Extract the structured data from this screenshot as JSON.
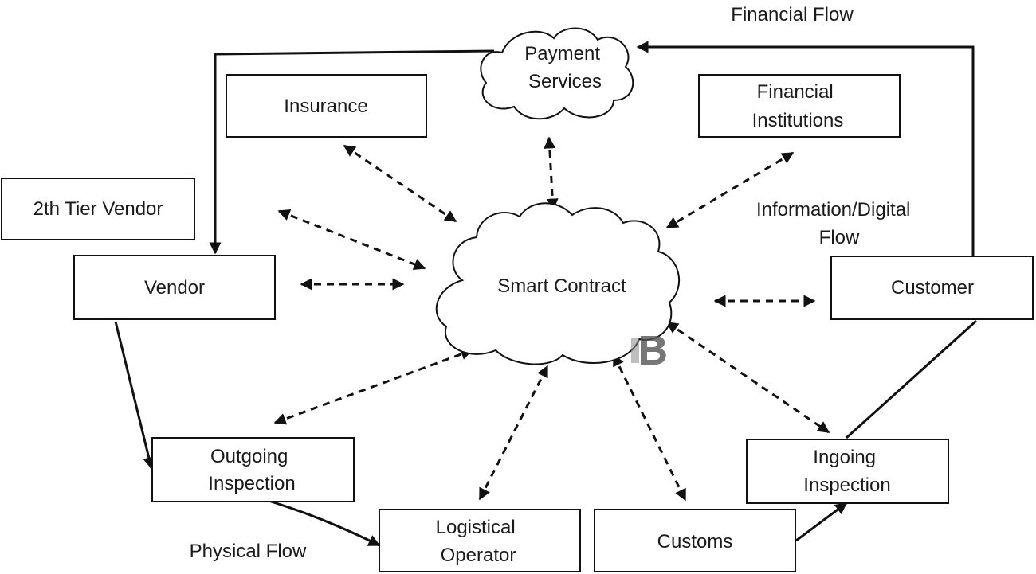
{
  "nodes": {
    "payment_services": [
      "Payment",
      "Services"
    ],
    "insurance": [
      "Insurance"
    ],
    "financial_institutions": [
      "Financial",
      "Institutions"
    ],
    "tier2_vendor": [
      "2th Tier Vendor"
    ],
    "vendor": [
      "Vendor"
    ],
    "smart_contract": [
      "Smart Contract"
    ],
    "customer": [
      "Customer"
    ],
    "outgoing_inspection": [
      "Outgoing",
      "Inspection"
    ],
    "logistical_operator": [
      "Logistical",
      "Operator"
    ],
    "customs": [
      "Customs"
    ],
    "ingoing_inspection": [
      "Ingoing",
      "Inspection"
    ]
  },
  "flow_labels": {
    "financial": [
      "Financial Flow"
    ],
    "information": [
      "Information/Digital",
      "Flow"
    ],
    "physical": [
      "Physical Flow"
    ]
  },
  "logo_icon": "blockchain-b-logo-icon",
  "colors": {
    "line": "#111111",
    "background": "#ffffff",
    "text": "#1a1a1a"
  }
}
